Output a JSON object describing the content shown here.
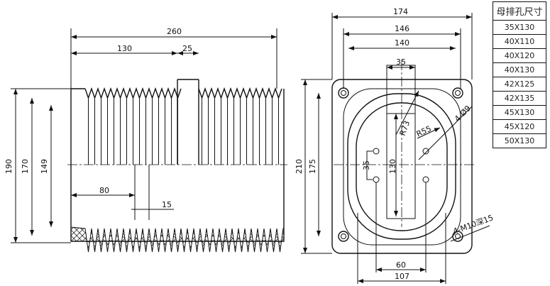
{
  "side_view": {
    "dims": {
      "total_length": "260",
      "half_length": "130",
      "groove": "25",
      "overall_height": "190",
      "mid_height": "170",
      "inner_height": "149",
      "base_length": "80",
      "base_gap": "15"
    }
  },
  "front_view": {
    "dims": {
      "plate_width": "174",
      "hole_spacing_outer": "146",
      "hole_spacing_inner": "140",
      "slot_width": "35",
      "plate_height": "210",
      "hole_spacing_vertical": "175",
      "radius_outer": "R73",
      "radius_inner": "R55",
      "mount_holes": "4-Ø9",
      "insert_spacing": "35",
      "slot_length": "130",
      "insert_width": "60",
      "oval_width": "107",
      "threaded_inserts": "4-M10深15"
    }
  },
  "table": {
    "header": "母排孔尺寸",
    "rows": [
      "35X130",
      "40X110",
      "40X120",
      "40X130",
      "42X125",
      "42X135",
      "45X130",
      "45X120",
      "50X130"
    ]
  }
}
